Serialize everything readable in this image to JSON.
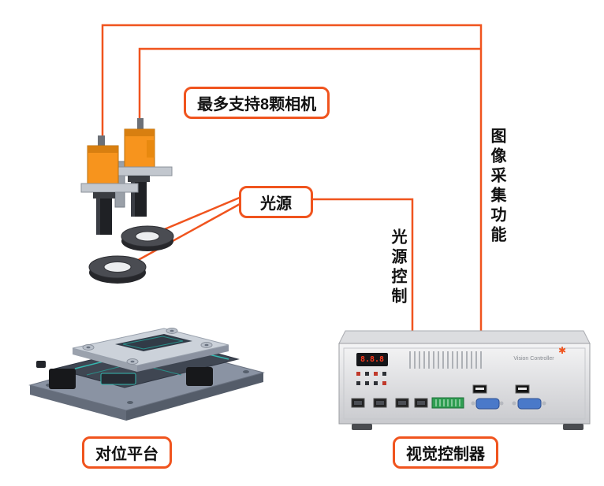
{
  "labels": {
    "camera": "最多支持8颗相机",
    "light": "光源",
    "platform": "对位平台",
    "controller": "视觉控制器",
    "image_acquisition": "图像采集功能",
    "light_control": "光源控制"
  },
  "controller_panel": {
    "display_value": "8.8.8",
    "brand_mark": "✱",
    "panel_text": "Vision Controller"
  },
  "colors": {
    "accent": "#F0541E",
    "led": "#FF3B1F",
    "camera_body": "#F7941D",
    "platform_steel": "#8A93A3",
    "controller_body": "#E8E8EA"
  }
}
